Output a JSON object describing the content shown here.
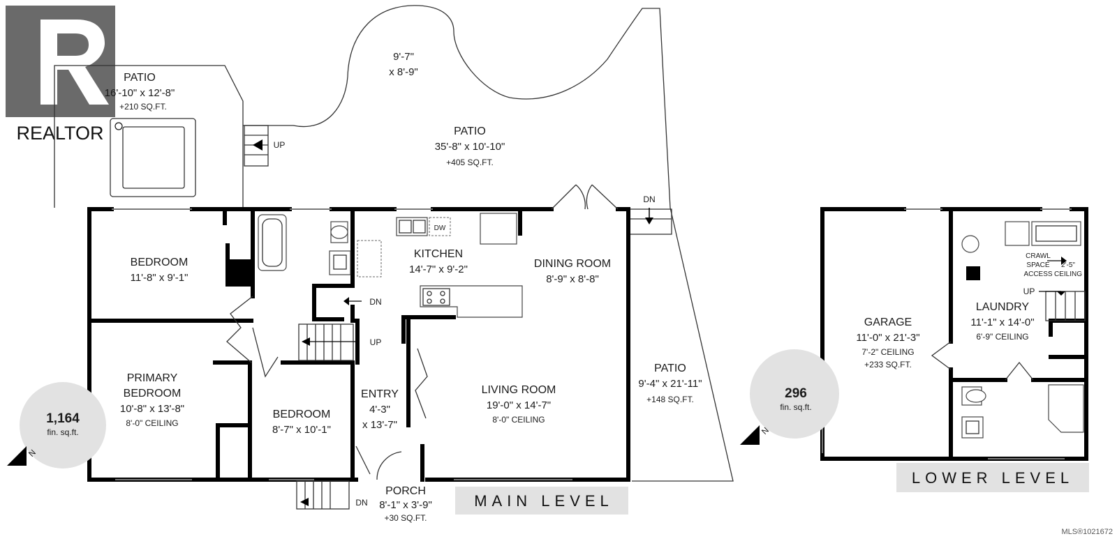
{
  "logo": {
    "text": "REALTOR"
  },
  "main_level": {
    "title": "MAIN LEVEL",
    "area": {
      "value": "1,164",
      "unit": "fin. sq.ft."
    },
    "rooms": [
      {
        "name": "PATIO",
        "dims": "16'-10\" x 12'-8\"",
        "extra": "+210 SQ.FT."
      },
      {
        "name": "",
        "dims": "9'-7\"",
        "extra": "x 8'-9\""
      },
      {
        "name": "PATIO",
        "dims": "35'-8\" x 10'-10\"",
        "extra": "+405 SQ.FT."
      },
      {
        "name": "BEDROOM",
        "dims": "11'-8\" x 9'-1\"",
        "extra": ""
      },
      {
        "name": "KITCHEN",
        "dims": "14'-7\" x 9'-2\"",
        "extra": ""
      },
      {
        "name": "DINING ROOM",
        "dims": "8'-9\" x 8'-8\"",
        "extra": ""
      },
      {
        "name": "PRIMARY",
        "dims": "BEDROOM",
        "extra": "10'-8\" x 13'-8\"",
        "ceiling": "8'-0\" CEILING"
      },
      {
        "name": "BEDROOM",
        "dims": "8'-7\" x 10'-1\"",
        "extra": ""
      },
      {
        "name": "ENTRY",
        "dims": "4'-3\"",
        "extra": "x 13'-7\""
      },
      {
        "name": "LIVING ROOM",
        "dims": "19'-0\" x 14'-7\"",
        "ceiling": "8'-0\" CEILING"
      },
      {
        "name": "PATIO",
        "dims": "9'-4\" x 21'-11\"",
        "extra": "+148 SQ.FT."
      },
      {
        "name": "PORCH",
        "dims": "8'-1\" x 3'-9\"",
        "extra": "+30 SQ.FT."
      }
    ],
    "stair_labels": {
      "up_patio": "UP",
      "dn_patio": "DN",
      "dn_hall": "DN",
      "up_hall": "UP",
      "dn_porch": "DN"
    },
    "appliance_labels": {
      "dw": "DW"
    }
  },
  "lower_level": {
    "title": "LOWER LEVEL",
    "area": {
      "value": "296",
      "unit": "fin. sq.ft."
    },
    "rooms": [
      {
        "name": "GARAGE",
        "dims": "11'-0\" x 21'-3\"",
        "ceiling": "7'-2\" CEILING",
        "extra": "+233 SQ.FT."
      },
      {
        "name": "LAUNDRY",
        "dims": "11'-1\" x 14'-0\"",
        "ceiling": "6'-9\" CEILING"
      }
    ],
    "crawl": {
      "line1": "CRAWL",
      "line2": "SPACE",
      "line3": "ACCESS",
      "height": "2'-5\"",
      "ceiling": "CEILING"
    },
    "stair_labels": {
      "up": "UP"
    }
  },
  "compass": {
    "north": "N"
  },
  "mls": "MLS®1021672"
}
